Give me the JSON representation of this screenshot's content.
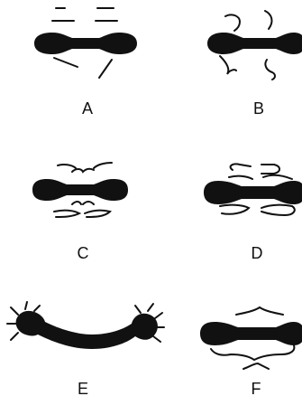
{
  "colors": {
    "background": "#ffffff",
    "ink": "#111111"
  },
  "panels": [
    {
      "id": "A",
      "label": "A"
    },
    {
      "id": "B",
      "label": "B"
    },
    {
      "id": "C",
      "label": "C"
    },
    {
      "id": "D",
      "label": "D"
    },
    {
      "id": "E",
      "label": "E"
    },
    {
      "id": "F",
      "label": "F"
    }
  ]
}
